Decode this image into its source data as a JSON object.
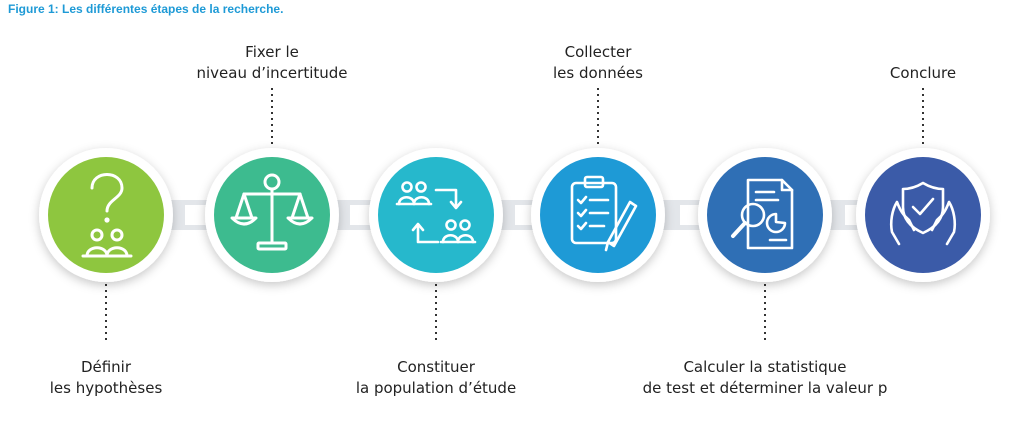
{
  "caption": "Figure 1: Les différentes étapes de la recherche.",
  "colors": {
    "caption": "#1e9ad6",
    "step1": "#8ec63f",
    "step2": "#3dbb8f",
    "step3": "#26b8cc",
    "step4": "#1e9ad6",
    "step5": "#2f6fb5",
    "step6": "#3b5ba8"
  },
  "steps": [
    {
      "icon": "question-people-icon",
      "label_lines": [
        "Définir",
        "les hypothèses"
      ]
    },
    {
      "icon": "balance-scale-icon",
      "label_lines": [
        "Fixer le",
        "niveau d’incertitude"
      ]
    },
    {
      "icon": "population-exchange-icon",
      "label_lines": [
        "Constituer",
        "la population d’étude"
      ]
    },
    {
      "icon": "clipboard-checklist-icon",
      "label_lines": [
        "Collecter",
        "les données"
      ]
    },
    {
      "icon": "document-analysis-icon",
      "label_lines": [
        "Calculer la statistique",
        "de test et déterminer la valeur p"
      ]
    },
    {
      "icon": "shield-hands-icon",
      "label_lines": [
        "Conclure"
      ]
    }
  ]
}
